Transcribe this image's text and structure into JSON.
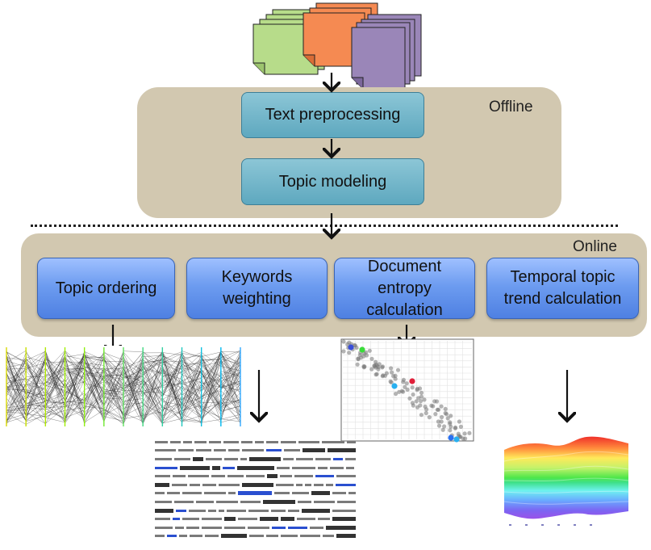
{
  "sections": {
    "offline_label": "Offline",
    "online_label": "Online"
  },
  "offline_steps": [
    {
      "label": "Text preprocessing"
    },
    {
      "label": "Topic modeling"
    }
  ],
  "online_steps": [
    {
      "label": "Topic ordering"
    },
    {
      "label": "Keywords weighting"
    },
    {
      "label": "Document entropy calculation"
    },
    {
      "label": "Temporal topic trend calculation"
    }
  ],
  "document_colors": [
    "#b7dc8a",
    "#f58a52",
    "#9a86b8"
  ],
  "colors": {
    "offline_panel": "#d2c8b0",
    "offline_box": "#6fb3c9",
    "online_box": "#5d8ee8"
  }
}
